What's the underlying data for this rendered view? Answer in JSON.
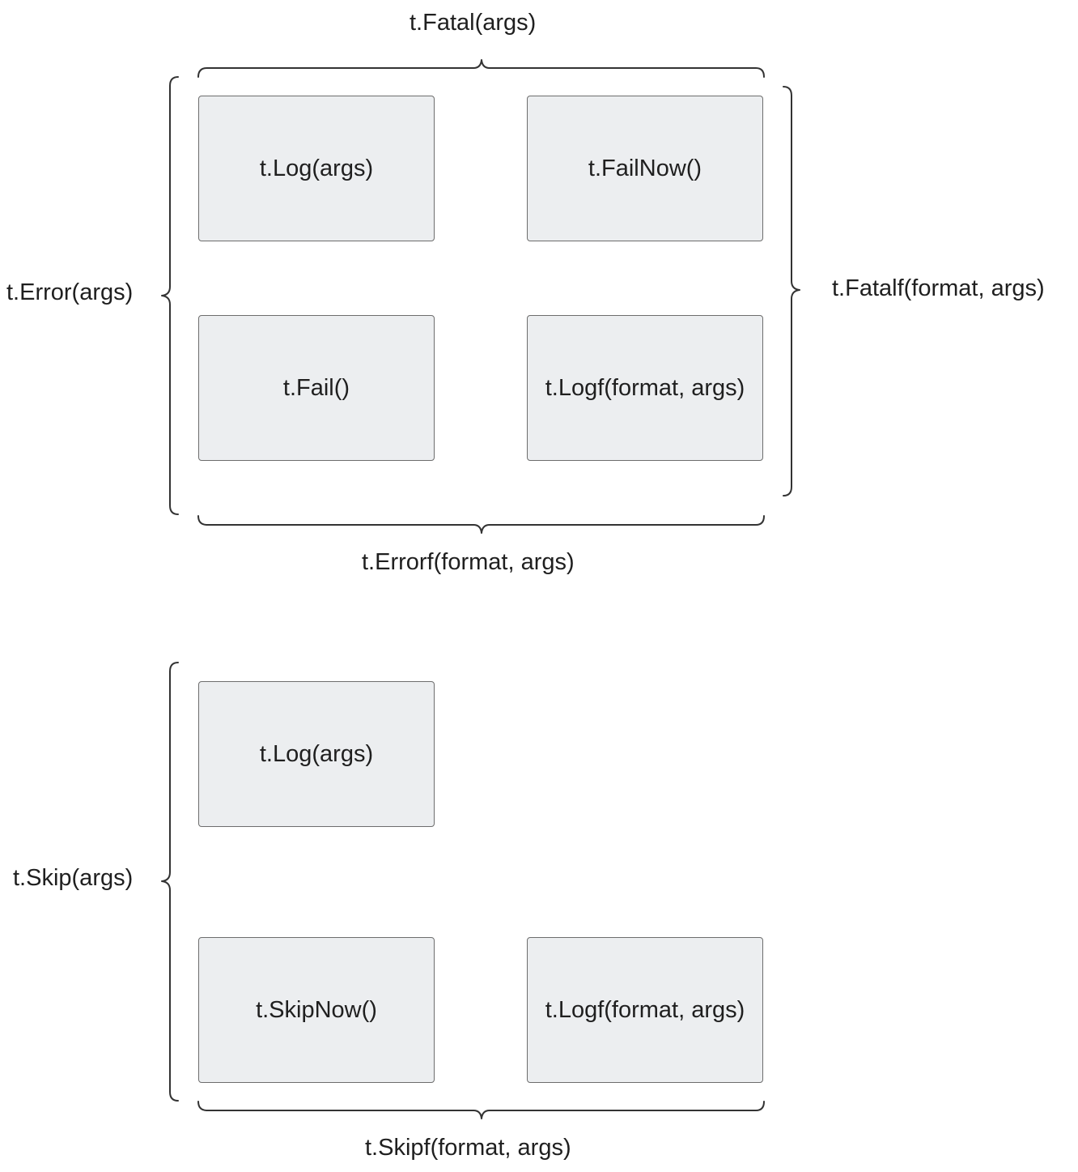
{
  "top_group": {
    "boxes": {
      "log": "t.Log(args)",
      "failnow": "t.FailNow()",
      "fail": "t.Fail()",
      "logf": "t.Logf(format, args)"
    },
    "labels": {
      "fatal": "t.Fatal(args)",
      "error": "t.Error(args)",
      "fatalf": "t.Fatalf(format, args)",
      "errorf": "t.Errorf(format, args)"
    }
  },
  "bottom_group": {
    "boxes": {
      "log": "t.Log(args)",
      "skipnow": "t.SkipNow()",
      "logf": "t.Logf(format, args)"
    },
    "labels": {
      "skip": "t.Skip(args)",
      "skipf": "t.Skipf(format, args)"
    }
  }
}
